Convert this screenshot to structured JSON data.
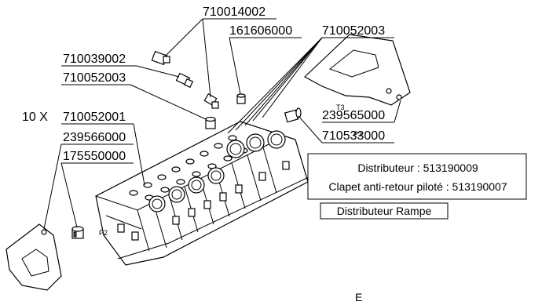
{
  "part_numbers": {
    "p710014002": "710014002",
    "p161606000": "161606000",
    "p710052003_top": "710052003",
    "p710039002": "710039002",
    "p710052003_left": "710052003",
    "qty_prefix": "10 X",
    "p710052001": "710052001",
    "p239566000": "239566000",
    "p175550000": "175550000",
    "p239565000": "239565000",
    "p710533000": "710533000"
  },
  "port_labels": {
    "t3": "T3",
    "p3": "P3",
    "p2": "P2"
  },
  "info_box": {
    "line1": "Distributeur : 513190009",
    "line2": "Clapet anti-retour piloté  : 513190007"
  },
  "caption": "Distributeur Rampe",
  "footer_mark": "E"
}
